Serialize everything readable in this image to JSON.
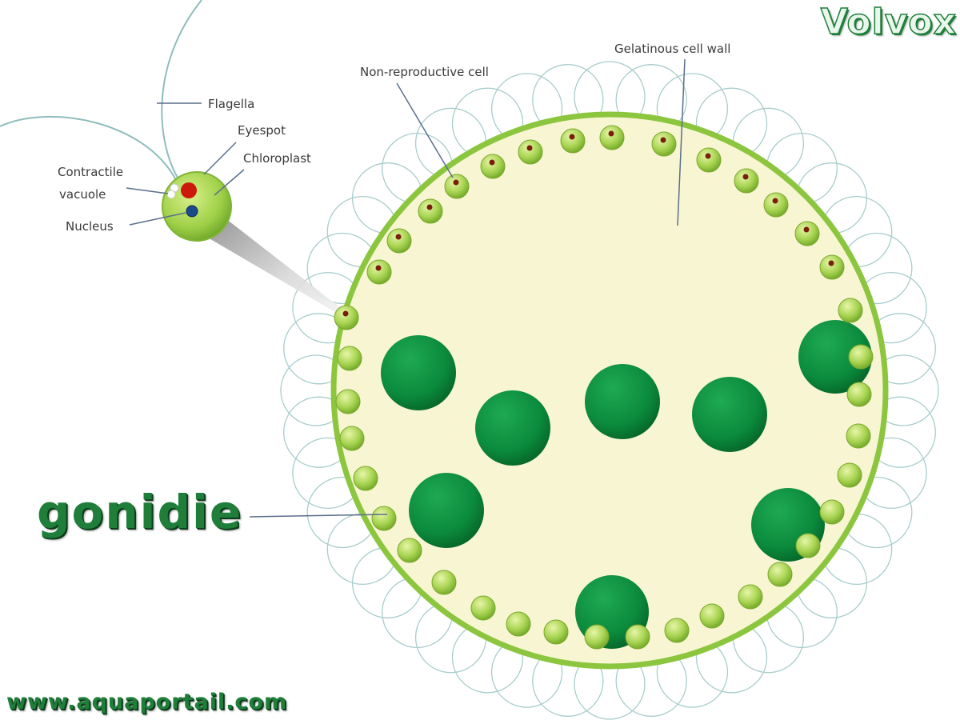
{
  "title": "Volvox",
  "website": "www.aquaportail.com",
  "labels": {
    "flagella": "Flagella",
    "eyespot": "Eyespot",
    "chloroplast": "Chloroplast",
    "contractile_1": "Contractile",
    "contractile_2": "vacuole",
    "nucleus": "Nucleus",
    "non_reproductive": "Non-reproductive cell",
    "cell_wall": "Gelatinous cell wall",
    "gonidie": "gonidie"
  },
  "colors": {
    "colony_fill": "#f8f5d2",
    "colony_border": "#8cc63f",
    "gonidium": "#0e8a3e",
    "small_cell": "#a7d450",
    "eyespot_dot": "#7a1f0a",
    "flagella": "#8fbcbc",
    "brand": "#1f7f3a"
  }
}
